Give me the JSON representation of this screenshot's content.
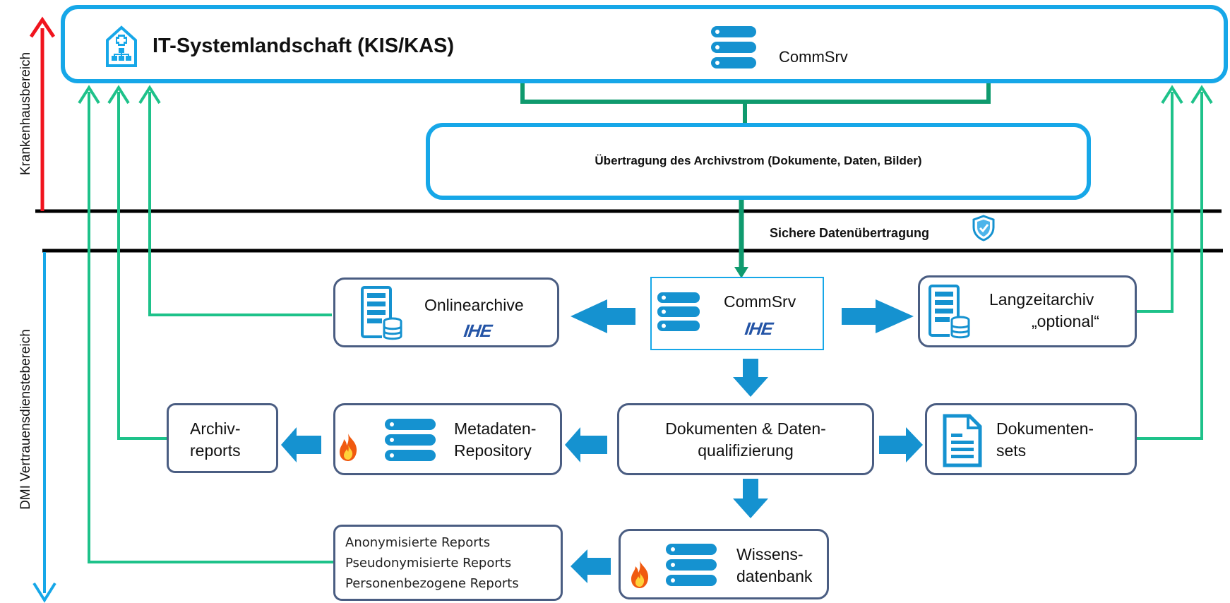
{
  "labels": {
    "krankenhausbereich": "Krankenhausbereich",
    "dmi_bereich": "DMI Vertrauensdienstebereich"
  },
  "top": {
    "title": "IT-Systemlandschaft (KIS/KAS)",
    "commsrv": "CommSrv"
  },
  "uebertragung": "Übertragung des Archivstrom (Dokumente, Daten, Bilder)",
  "sichere": "Sichere Datenübertragung",
  "onlinearchive": {
    "label": "Onlinearchive",
    "logo": "IHE"
  },
  "commsrv2": {
    "label": "CommSrv",
    "logo": "IHE"
  },
  "langzeit": {
    "line1": "Langzeitarchiv",
    "line2": "„optional“"
  },
  "archivreports": {
    "line1": "Archiv-",
    "line2": "reports"
  },
  "metadaten": {
    "line1": "Metadaten-",
    "line2": "Repository"
  },
  "qualifizierung": {
    "line1": "Dokumenten & Daten-",
    "line2": "qualifizierung"
  },
  "dokumentensets": {
    "line1": "Dokumenten-",
    "line2": "sets"
  },
  "reports": [
    "Anonymisierte Reports",
    "Pseudonymisierte Reports",
    "Personenbezogene Reports"
  ],
  "wissens": {
    "line1": "Wissens-",
    "line2": "datenbank"
  },
  "colors": {
    "accent_blue": "#16a7e8",
    "green": "#1ec28a",
    "dark_green": "#0f9a6e",
    "red": "#f0141e",
    "arrow_blue": "#1592d0",
    "node_border": "#4a5d82"
  },
  "icons": [
    "hospital-icon",
    "server-icon",
    "server-database-icon",
    "fire-icon",
    "document-icon",
    "shield-icon"
  ]
}
